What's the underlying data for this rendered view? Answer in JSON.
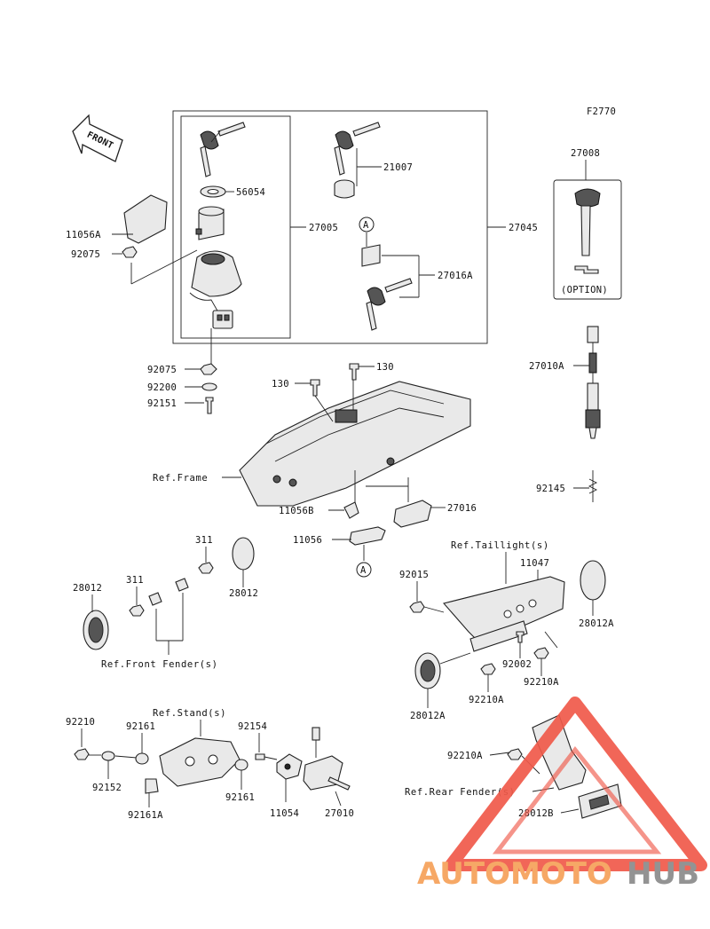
{
  "figure_code": "F2770",
  "front_label": "FRONT",
  "option_label": "(OPTION)",
  "callout_a": "A",
  "labels": {
    "p21007": "21007",
    "p56054": "56054",
    "p27005": "27005",
    "p27045": "27045",
    "p27016A": "27016A",
    "p27008": "27008",
    "p11056A": "11056A",
    "p92075a": "92075",
    "p92075b": "92075",
    "p92200": "92200",
    "p92151": "92151",
    "p130a": "130",
    "p130b": "130",
    "p27010A": "27010A",
    "p92145": "92145",
    "p11056B": "11056B",
    "p27016": "27016",
    "p11056": "11056",
    "p311a": "311",
    "p311b": "311",
    "p28012a": "28012",
    "p28012b": "28012",
    "p92015": "92015",
    "p11047": "11047",
    "p28012A1": "28012A",
    "p28012A2": "28012A",
    "p92002": "92002",
    "p92210A1": "92210A",
    "p92210A2": "92210A",
    "p92210A3": "92210A",
    "p92210": "92210",
    "p92161a": "92161",
    "p92161b": "92161",
    "p92161A": "92161A",
    "p92152": "92152",
    "p92154": "92154",
    "p11054": "11054",
    "p27010": "27010",
    "p28012B": "28012B"
  },
  "references": {
    "frame": "Ref.Frame",
    "taillight": "Ref.Taillight(s)",
    "front_fender": "Ref.Front Fender(s)",
    "stand": "Ref.Stand(s)",
    "rear_fender": "Ref.Rear Fender(s)"
  },
  "watermark": {
    "part1": "AUTOMOTO",
    "part2": "HUB",
    "color_main": "#f6a15a",
    "color_hub": "#8a8a8a",
    "triangle_color": "#f05a4a"
  }
}
